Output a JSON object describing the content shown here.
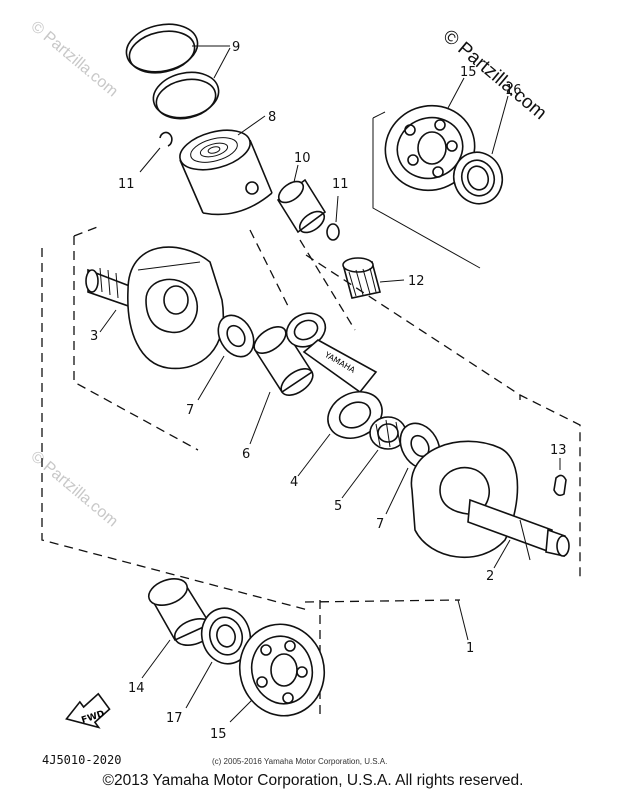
{
  "watermarks": {
    "top_right": "© Partzilla.com",
    "top_left": "© Partzilla.com",
    "bottom_left": "© Partzilla.com"
  },
  "callouts": {
    "c9": "9",
    "c8": "8",
    "c11a": "11",
    "c10": "10",
    "c11b": "11",
    "c15a": "15",
    "c16": "16",
    "c12": "12",
    "c3": "3",
    "c7a": "7",
    "c6": "6",
    "c4": "4",
    "c5": "5",
    "c7b": "7",
    "c13": "13",
    "c2": "2",
    "c1": "1",
    "c14": "14",
    "c17": "17",
    "c15b": "15"
  },
  "fwd_label": "FWD",
  "part_code": "4J5010-2020",
  "small_copyright": "(c) 2005-2016 Yamaha Motor Corporation, U.S.A.",
  "copyright": "©2013 Yamaha Motor Corporation, U.S.A. All rights reserved."
}
